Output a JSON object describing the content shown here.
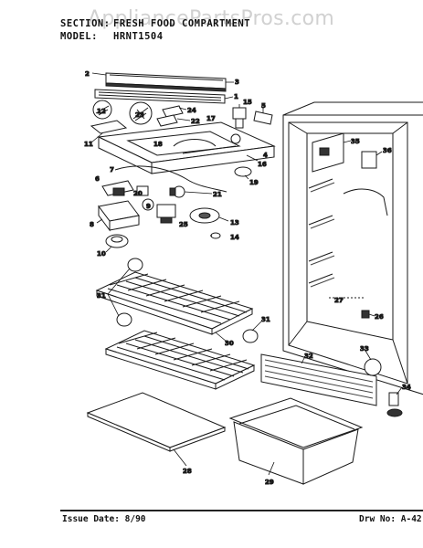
{
  "header": {
    "section_label": "SECTION:",
    "section_value": "FRESH FOOD COMPARTMENT",
    "model_label": "MODEL:",
    "model_value": "HRNT1504"
  },
  "watermark": "AppliancePartsPros.com",
  "footer": {
    "issue": "Issue Date: 8/90",
    "drawing": "Drw No: A-42"
  },
  "callouts": [
    "2",
    "3",
    "1",
    "12",
    "23",
    "24",
    "15",
    "5",
    "22",
    "17",
    "11",
    "18",
    "16",
    "4",
    "7",
    "6",
    "20",
    "9",
    "21",
    "19",
    "13",
    "8",
    "25",
    "14",
    "10",
    "35",
    "36",
    "31",
    "31",
    "30",
    "27",
    "26",
    "32",
    "33",
    "34",
    "28",
    "29"
  ]
}
